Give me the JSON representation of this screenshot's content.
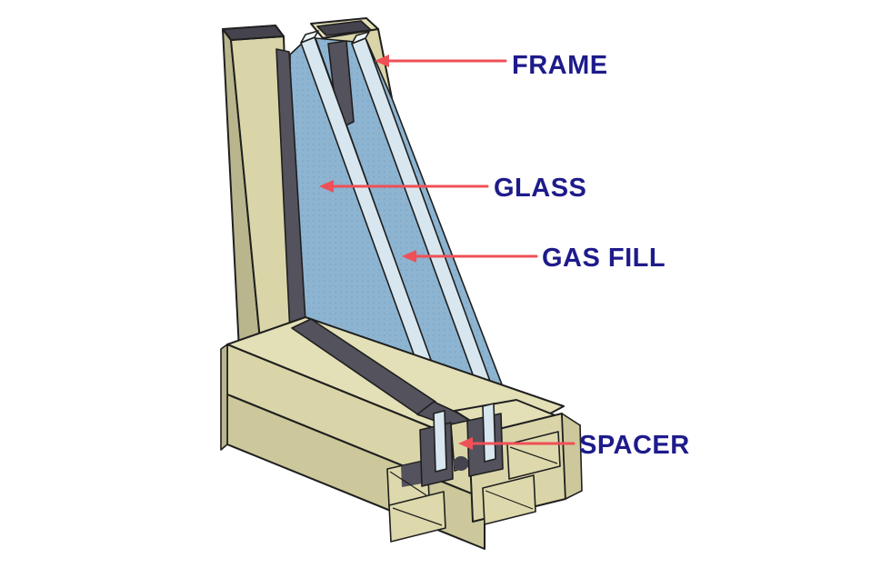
{
  "diagram": {
    "labels": [
      {
        "id": "frame",
        "text": "FRAME"
      },
      {
        "id": "glass",
        "text": "GLASS"
      },
      {
        "id": "gas_fill",
        "text": "GAS FILL"
      },
      {
        "id": "spacer",
        "text": "SPACER"
      }
    ],
    "colors": {
      "background": "#ffffff",
      "frame-tan": "#d9d5a8",
      "frame-tan-light": "#e3dfb6",
      "frame-tan-mid": "#ccc89b",
      "frame-tan-shadow": "#b9b68e",
      "chamber-tan": "#ddd9ac",
      "glass-blue": "#8db4d1",
      "glass-dot": "#7ca6c6",
      "glass-edge": "#d8e7ef",
      "glass-tip": "#eef5f8",
      "spacer-dark": "#53525d",
      "spacer-darker": "#45444e",
      "outline": "#1f1f1f",
      "arrow-red": "#ef5056",
      "label-navy": "#1e1b8b"
    }
  }
}
